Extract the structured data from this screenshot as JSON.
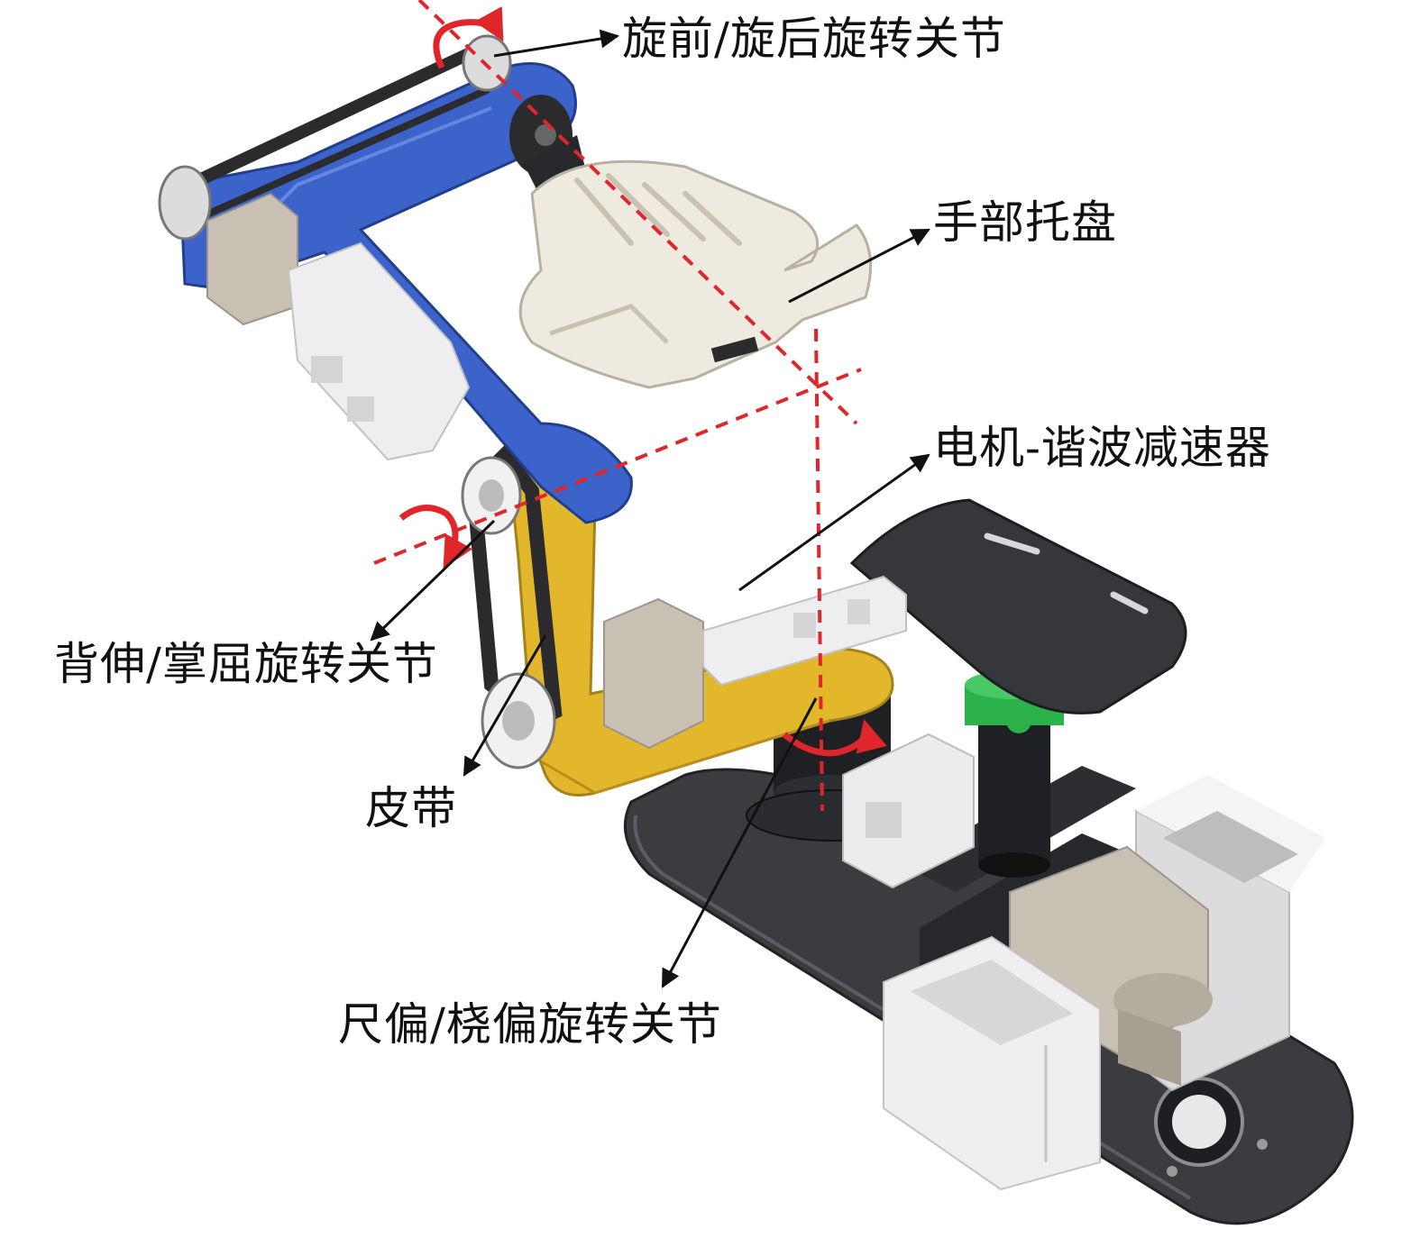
{
  "labels": {
    "pronation_supination_joint": "旋前/旋后旋转关节",
    "hand_tray": "手部托盘",
    "motor_harmonic_reducer": "电机-谐波减速器",
    "dorsiflexion_palmarflexion_joint": "背伸/掌屈旋转关节",
    "belt": "皮带",
    "ulnar_radial_deviation_joint": "尺偏/桡偏旋转关节"
  },
  "colors": {
    "blue_link": "#3b63c9",
    "yellow_link": "#e2b72c",
    "axis_dash": "#e0262a",
    "rotation_arrow": "#e0262a",
    "motor_gray": "#c9c0b4",
    "housing_white": "#eeeef0",
    "base_plate": "#3a3c40",
    "belt": "#2b2b2e",
    "clamp_green": "#2bb24a"
  }
}
